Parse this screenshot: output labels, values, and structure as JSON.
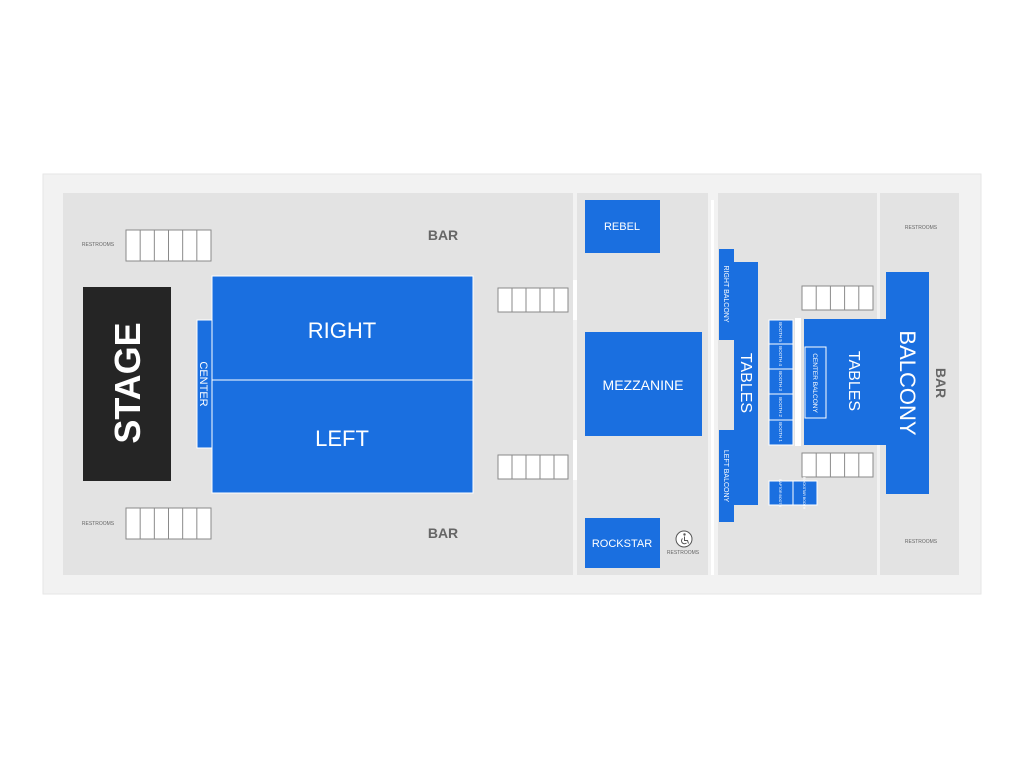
{
  "colors": {
    "section": "#1a6fe0",
    "section_stroke": "#ffffff",
    "floor": "#e3e3e3",
    "frame": "#f2f2f2",
    "stage": "#252525",
    "muted_text": "#666666",
    "stair_line": "#8a8a8a"
  },
  "stage": {
    "label": "STAGE"
  },
  "bar_labels": {
    "top": "BAR",
    "bottom": "BAR",
    "right": "BAR"
  },
  "restrooms": {
    "top_left": "RESTROOMS",
    "bottom_left": "RESTROOMS",
    "mid": "RESTROOMS",
    "top_right": "RESTROOMS",
    "bottom_right": "RESTROOMS"
  },
  "sections": {
    "center": "CENTER",
    "right": "RIGHT",
    "left": "LEFT",
    "rebel": "REBEL",
    "mezzanine": "MEZZANINE",
    "rockstar": "ROCKSTAR",
    "right_balcony": "RIGHT BALCONY",
    "left_balcony": "LEFT BALCONY",
    "tables_left": "TABLES",
    "tables_right": "TABLES",
    "center_balcony": "CENTER BALCONY",
    "balcony": "BALCONY",
    "booth_5": "BOOTH 5",
    "booth_4": "BOOTH 4",
    "booth_3": "BOOTH 3",
    "booth_2": "BOOTH 2",
    "booth_1": "BOOTH 1",
    "small_booth_a": "RAPTOR BOOTH",
    "small_booth_b": "ROCKSTAR BOOTH"
  },
  "icons": {
    "accessibility": "wheelchair-icon",
    "stairs": "stairs-icon"
  }
}
